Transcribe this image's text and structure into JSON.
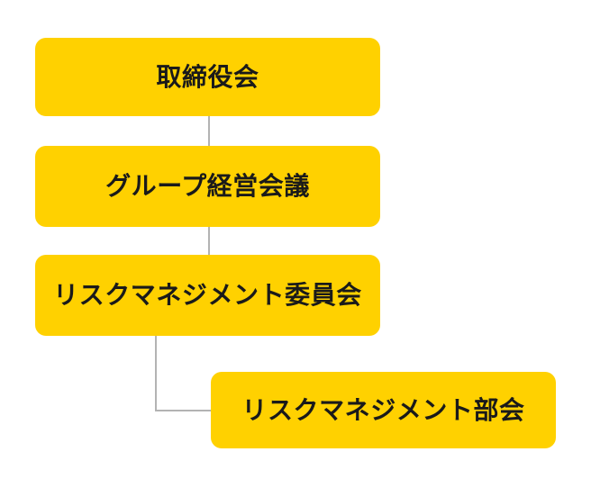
{
  "diagram": {
    "type": "organization-hierarchy",
    "background_color": "#ffffff",
    "node_color": "#ffd100",
    "node_text_color": "#1a1a1a",
    "connector_color": "#b3b3b3",
    "nodes": [
      {
        "id": "board",
        "label": "取締役会",
        "level": 1
      },
      {
        "id": "group_mtg",
        "label": "グループ経営会議",
        "level": 2
      },
      {
        "id": "rm_committee",
        "label": "リスクマネジメント委員会",
        "level": 3
      },
      {
        "id": "rm_subcom",
        "label": "リスクマネジメント部会",
        "level": 4
      }
    ],
    "connectors": [
      {
        "from": "board",
        "to": "group_mtg",
        "style": "straight"
      },
      {
        "from": "group_mtg",
        "to": "rm_committee",
        "style": "straight"
      },
      {
        "from": "rm_committee",
        "to": "rm_subcom",
        "style": "elbow"
      }
    ]
  }
}
